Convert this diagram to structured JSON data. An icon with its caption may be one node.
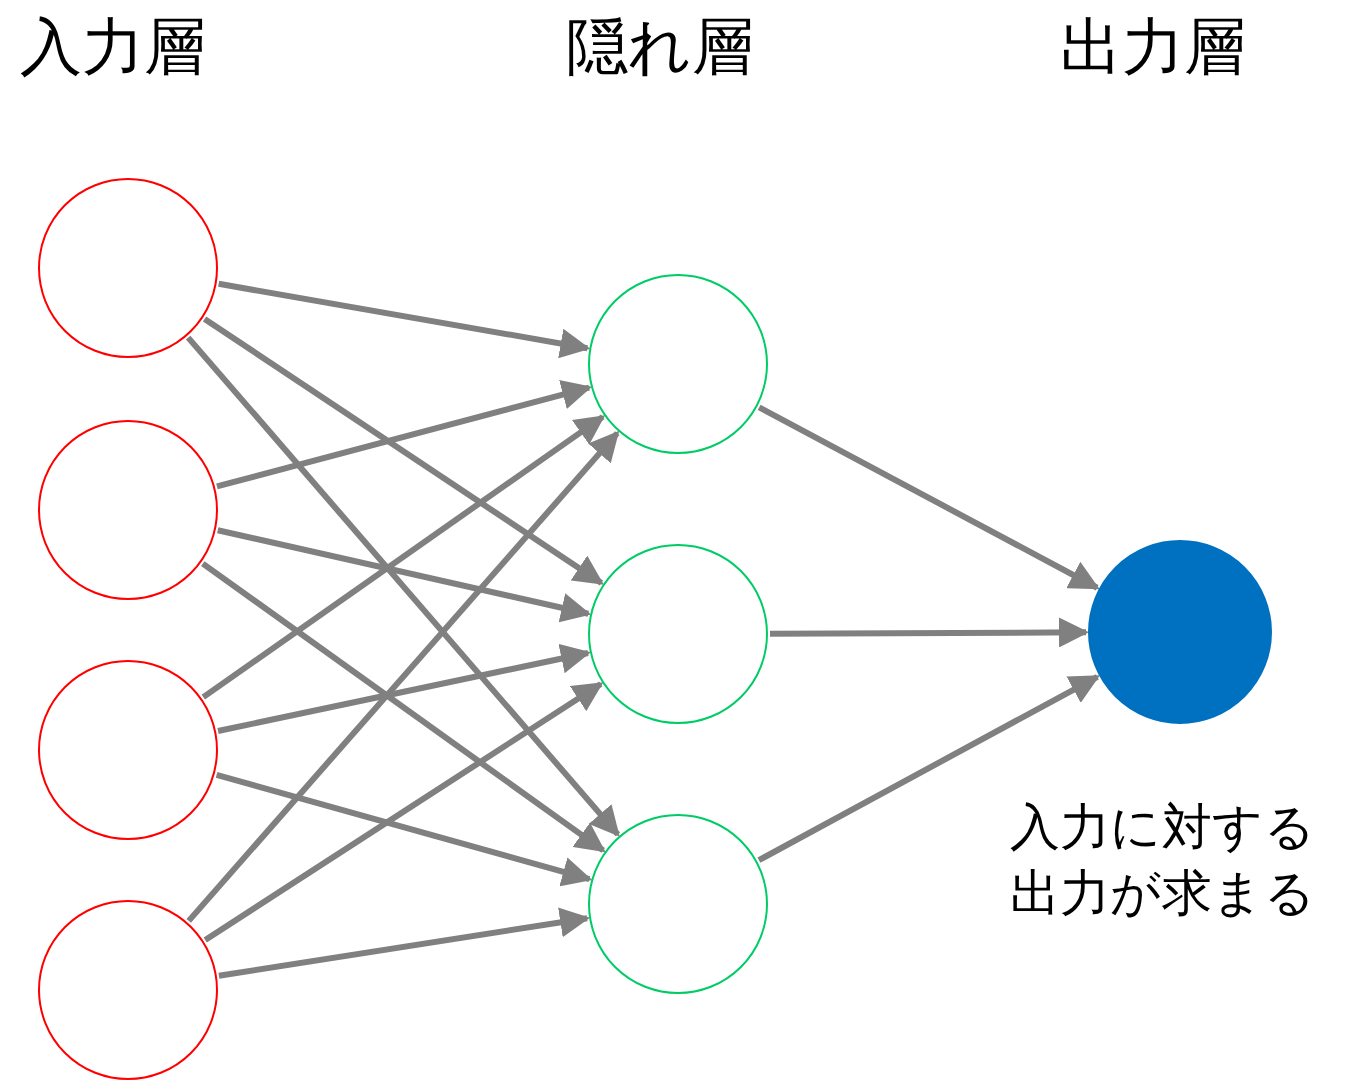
{
  "diagram": {
    "nodes": [
      {
        "text": [],
        "shape": "circle"
      },
      {
        "text": [],
        "shape": "circle"
      },
      {
        "text": [],
        "shape": "circle"
      },
      {
        "text": [],
        "shape": "circle"
      },
      {
        "text": [],
        "shape": "circle"
      },
      {
        "text": [],
        "shape": "circle"
      },
      {
        "text": [],
        "shape": "circle"
      },
      {
        "text": [],
        "shape": "circle",
        "beside": [
          "入力に対する出力が求まる"
        ]
      }
    ],
    "edges": [
      {
        "from": 0,
        "to": 4,
        "arrow": "to"
      },
      {
        "from": 0,
        "to": 5,
        "arrow": "to"
      },
      {
        "from": 0,
        "to": 6,
        "arrow": "to"
      },
      {
        "from": 1,
        "to": 4,
        "arrow": "to"
      },
      {
        "from": 1,
        "to": 5,
        "arrow": "to"
      },
      {
        "from": 1,
        "to": 6,
        "arrow": "to"
      },
      {
        "from": 2,
        "to": 4,
        "arrow": "to"
      },
      {
        "from": 2,
        "to": 5,
        "arrow": "to"
      },
      {
        "from": 2,
        "to": 6,
        "arrow": "to"
      },
      {
        "from": 3,
        "to": 4,
        "arrow": "to"
      },
      {
        "from": 3,
        "to": 5,
        "arrow": "to"
      },
      {
        "from": 3,
        "to": 6,
        "arrow": "to"
      },
      {
        "from": 4,
        "to": 7,
        "arrow": "to"
      },
      {
        "from": 5,
        "to": 7,
        "arrow": "to"
      },
      {
        "from": 6,
        "to": 7,
        "arrow": "to"
      }
    ],
    "labels": [
      "入力層",
      "隠れ層",
      "出力層"
    ]
  }
}
